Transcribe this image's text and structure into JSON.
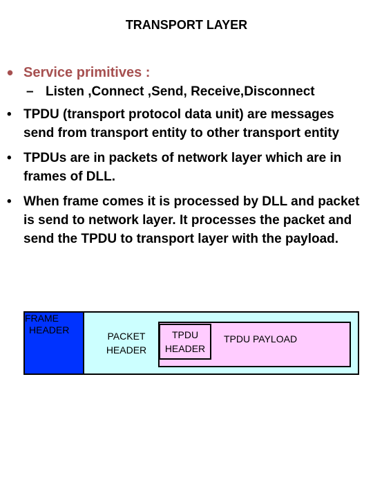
{
  "slide": {
    "title": "TRANSPORT LAYER",
    "bullets": [
      {
        "text": "Service primitives :",
        "subitems": [
          "Listen ,Connect ,Send, Receive,Disconnect"
        ]
      },
      {
        "text": "TPDU (transport protocol data unit) are messages send from transport entity to other transport entity"
      },
      {
        "text": "TPDUs are in packets of network layer which are in frames of DLL."
      },
      {
        "text": "When frame comes it is processed by DLL and packet is send to network layer. It processes the packet and send the TPDU to transport layer with the payload."
      }
    ],
    "bullet_symbol": "•",
    "dash_symbol": "–"
  },
  "diagram": {
    "frame_header": [
      "FRAME",
      "HEADER"
    ],
    "packet_header": [
      "PACKET",
      "HEADER"
    ],
    "tpdu_header": [
      "TPDU",
      "HEADER"
    ],
    "tpdu_payload": "TPDU PAYLOAD"
  },
  "colors": {
    "accent_text": "#a65050",
    "frame_header_bg": "#0033ff",
    "packet_bg": "#ccffff",
    "tpdu_bg": "#ffccff"
  }
}
